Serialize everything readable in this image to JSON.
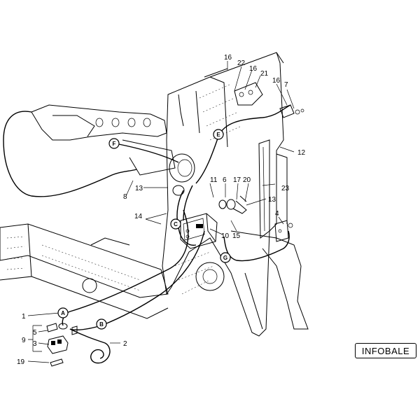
{
  "badge": "INFOBALE",
  "part_labels": [
    "1",
    "2",
    "3",
    "4",
    "5",
    "6",
    "7",
    "8",
    "9",
    "10",
    "11",
    "12",
    "13",
    "13",
    "14",
    "15",
    "16",
    "16",
    "16",
    "17",
    "19",
    "20",
    "21",
    "22",
    "23"
  ],
  "connectors": [
    "A",
    "B",
    "C",
    "E",
    "F",
    "G"
  ]
}
